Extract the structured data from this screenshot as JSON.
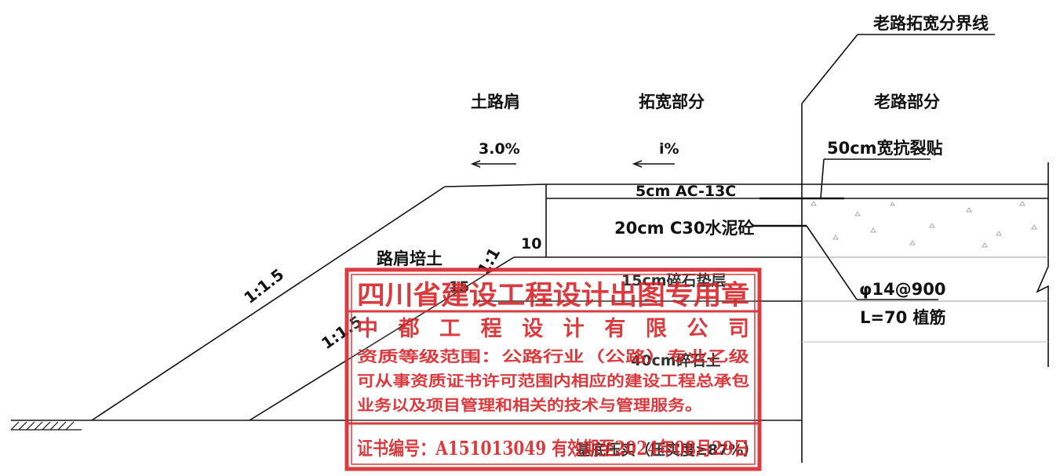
{
  "labels": {
    "boundary_line": "老路拓宽分界线",
    "earth_shoulder": "土路肩",
    "widened_part": "拓宽部分",
    "old_road_part": "老路部分",
    "crossfall_shoulder": "3.0%",
    "crossfall_widened": "i%",
    "crack_patch": "50cm宽抗裂贴",
    "layer_ac": "5cm AC-13C",
    "layer_concrete": "20cm C30水泥砼",
    "dim_10": "10",
    "dim_15": "15",
    "layer_gravel_base": "15cm碎石垫层",
    "shoulder_fill": "路肩培土",
    "slope_outer": "1:1.5",
    "slope_inner": "1:1.5",
    "slope_step": "1:1",
    "rebar_spec": "φ14@900",
    "rebar_len": "L=70 植筋",
    "layer_gravel_soil": "40cm碎石土",
    "subgrade": "基底压实（压实度≥87%）"
  },
  "stamp": {
    "title": "四川省建设工程设计出图专用章",
    "company": "中都工程设计有限公司",
    "line1": "资质等级范围：公路行业（公路）专业乙级",
    "line2": "可从事资质证书许可范围内相应的建设工程总承包",
    "line3": "业务以及项目管理和相关的技术与管理服务。",
    "cert": "证书编号：A151013049 有效期至2024年08月29日"
  },
  "colors": {
    "line": "#111111",
    "stamp": "#d6262a"
  }
}
